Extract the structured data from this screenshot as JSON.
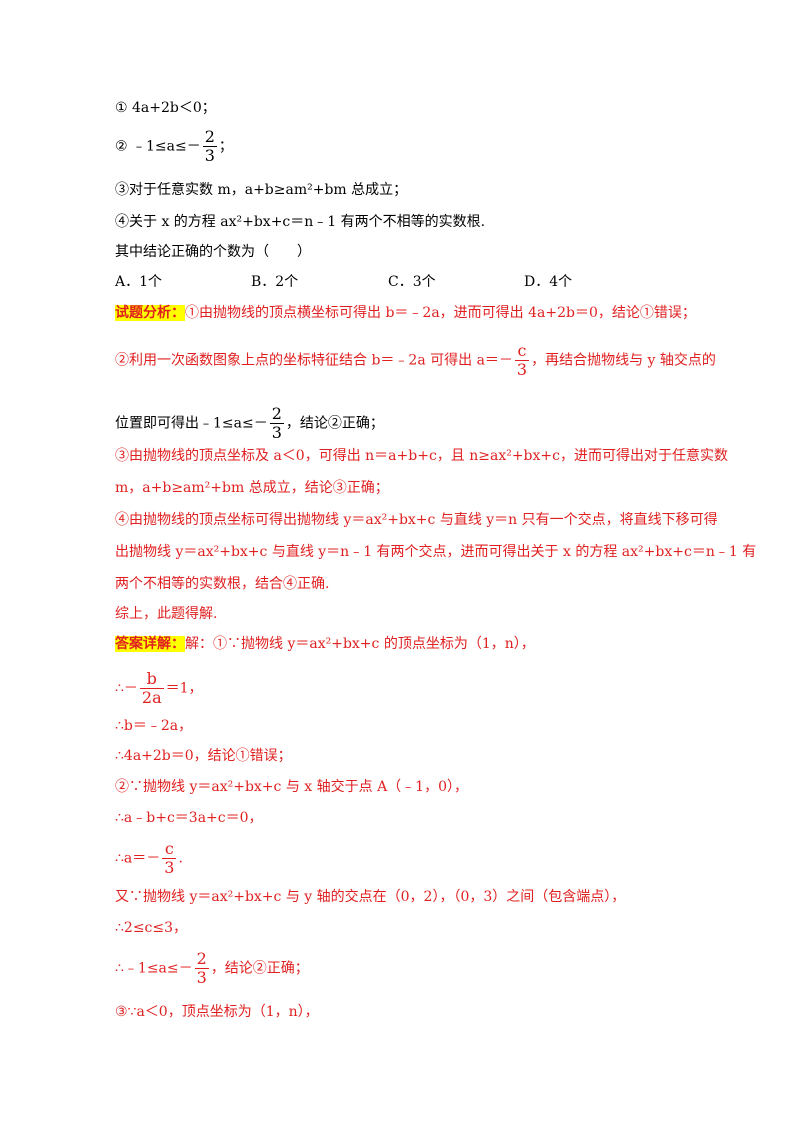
{
  "statements": {
    "s1": {
      "num": "①",
      "text": " 4a+2b＜0；"
    },
    "s2": {
      "num": "②",
      "lead": " ﹣1≤a≤－",
      "frac_num": "2",
      "frac_den": "3",
      "tail": "；"
    },
    "s3": {
      "num": "③",
      "text": "对于任意实数 m，a+b≥am²+bm 总成立；"
    },
    "s4": {
      "num": "④",
      "text": "关于 x 的方程 ax²+bx+c＝n﹣1 有两个不相等的实数根."
    }
  },
  "question": "其中结论正确的个数为（　　）",
  "options": [
    "A．1个",
    "B．2个",
    "C．3个",
    "D．4个"
  ],
  "analysis": {
    "tag": "试题分析：",
    "p1": "①由抛物线的顶点横坐标可得出 b＝﹣2a，进而可得出 4a+2b＝0，结论①错误；",
    "p2_lead": "②利用一次函数图象上点的坐标特征结合 b＝﹣2a 可得出 a＝－",
    "p2_frac_num": "c",
    "p2_frac_den": "3",
    "p2_tail": "，再结合抛物线与 y 轴交点的",
    "p2b_lead": "位置即可得出﹣1≤a≤－",
    "p2b_frac_num": "2",
    "p2b_frac_den": "3",
    "p2b_tail": "，结论②正确；",
    "p3a": "③由抛物线的顶点坐标及 a＜0，可得出 n＝a+b+c，且 n≥ax²+bx+c，进而可得出对于任意实数",
    "p3b": "m，a+b≥am²+bm 总成立，结论③正确；",
    "p4a": "④由抛物线的顶点坐标可得出抛物线 y＝ax²+bx+c 与直线 y＝n 只有一个交点，将直线下移可得",
    "p4b": "出抛物线 y＝ax²+bx+c 与直线 y＝n﹣1 有两个交点，进而可得出关于 x 的方程 ax²+bx+c＝n﹣1 有",
    "p4c": "两个不相等的实数根，结合④正确.",
    "summary": "综上，此题得解."
  },
  "answer": {
    "tag": "答案详解：",
    "l1": "解：①∵抛物线 y＝ax²+bx+c 的顶点坐标为（1，n），",
    "l2_lead": "∴－",
    "l2_frac_num": "b",
    "l2_frac_den": "2a",
    "l2_tail": "＝1，",
    "l3": "∴b＝﹣2a，",
    "l4": "∴4a+2b＝0，结论①错误；",
    "l5": "②∵抛物线 y＝ax²+bx+c 与 x 轴交于点 A（﹣1，0），",
    "l6": "∴a﹣b+c＝3a+c＝0，",
    "l7_lead": "∴a＝－",
    "l7_frac_num": "c",
    "l7_frac_den": "3",
    "l7_tail": ".",
    "l8": "又∵抛物线 y＝ax²+bx+c 与 y 轴的交点在（0，2），（0，3）之间（包含端点），",
    "l9": "∴2≤c≤3，",
    "l10_lead": "∴﹣1≤a≤－",
    "l10_frac_num": "2",
    "l10_frac_den": "3",
    "l10_tail": "，结论②正确；",
    "l11": "③∵a＜0，顶点坐标为（1，n），"
  },
  "colors": {
    "red": "#e02020",
    "highlight": "#ffff00"
  }
}
